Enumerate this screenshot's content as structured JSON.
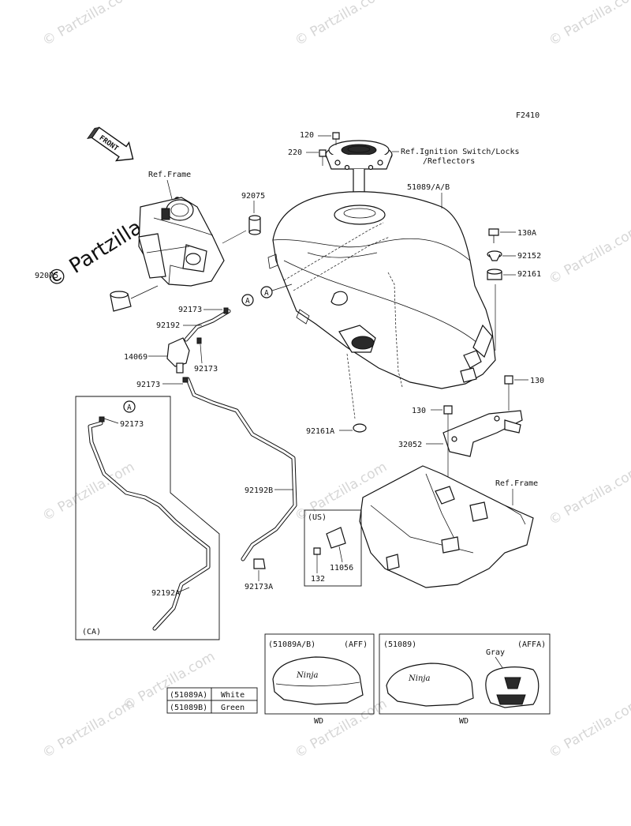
{
  "diagram_id": "F2410",
  "watermark": "© Partzilla.com",
  "front_label": "FRONT",
  "labels": {
    "ref_frame_top": "Ref.Frame",
    "ref_frame_right": "Ref.Frame",
    "ref_ignition_1": "Ref.Ignition Switch/Locks",
    "ref_ignition_2": "/Reflectors",
    "p120": "120",
    "p220": "220",
    "p51089": "51089/A/B",
    "p92075_top": "92075",
    "p92075_left": "92075",
    "p130a": "130A",
    "p92152": "92152",
    "p92161": "92161",
    "p92173_a": "92173",
    "p92192": "92192",
    "p14069": "14069",
    "p92173_b": "92173",
    "p92173_c": "92173",
    "p92173_ca": "92173",
    "p130_right": "130",
    "p130_mid": "130",
    "p92161a": "92161A",
    "p32052": "32052",
    "p92192b": "92192B",
    "p92192a": "92192A",
    "p92173a": "92173A",
    "p11056": "11056",
    "p132": "132",
    "ca": "(CA)",
    "us": "(US)",
    "callout_a": "A"
  },
  "color_table": [
    {
      "code": "(51089A)",
      "color": "White"
    },
    {
      "code": "(51089B)",
      "color": "Green"
    }
  ],
  "panels": {
    "left": {
      "code": "(51089A/B)",
      "variant": "(AFF)",
      "wd": "WD"
    },
    "right": {
      "code": "(51089)",
      "variant": "(AFFA)",
      "gray": "Gray",
      "wd": "WD"
    }
  }
}
